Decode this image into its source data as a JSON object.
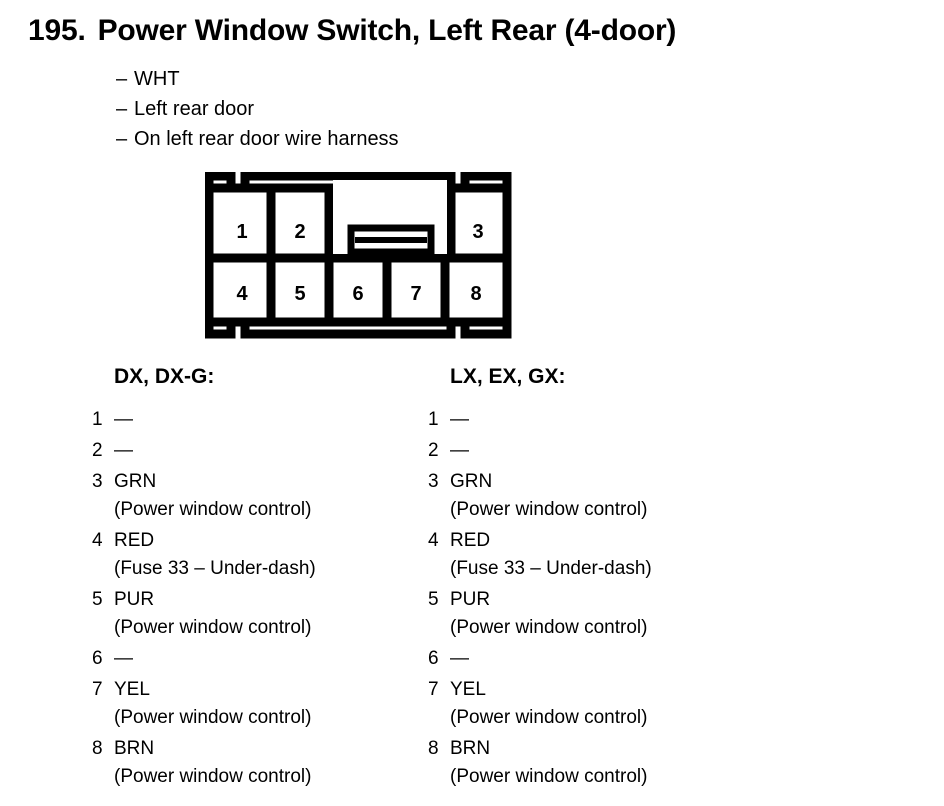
{
  "header": {
    "number": "195.",
    "title": "Power Window Switch, Left Rear (4-door)",
    "bullets": [
      "WHT",
      "Left rear door",
      "On left rear door wire harness"
    ],
    "dash": "–"
  },
  "connector": {
    "name": "8-pin connector diagram",
    "top_row_pins": [
      "1",
      "2",
      "3"
    ],
    "bottom_row_pins": [
      "4",
      "5",
      "6",
      "7",
      "8"
    ],
    "latch": "center-latch-tab",
    "stroke_color": "#000000",
    "fill_color": "#ffffff"
  },
  "columns": [
    {
      "id": "dx",
      "header": "DX, DX-G:",
      "pins": [
        {
          "index": "1",
          "signal": "—",
          "desc": ""
        },
        {
          "index": "2",
          "signal": "—",
          "desc": ""
        },
        {
          "index": "3",
          "signal": "GRN",
          "desc": "(Power window control)"
        },
        {
          "index": "4",
          "signal": "RED",
          "desc": "(Fuse 33 – Under-dash)"
        },
        {
          "index": "5",
          "signal": "PUR",
          "desc": "(Power window control)"
        },
        {
          "index": "6",
          "signal": "—",
          "desc": ""
        },
        {
          "index": "7",
          "signal": "YEL",
          "desc": "(Power window control)"
        },
        {
          "index": "8",
          "signal": "BRN",
          "desc": "(Power window control)"
        }
      ]
    },
    {
      "id": "lx",
      "header": "LX, EX, GX:",
      "pins": [
        {
          "index": "1",
          "signal": "—",
          "desc": ""
        },
        {
          "index": "2",
          "signal": "—",
          "desc": ""
        },
        {
          "index": "3",
          "signal": "GRN",
          "desc": "(Power window control)"
        },
        {
          "index": "4",
          "signal": "RED",
          "desc": "(Fuse 33 – Under-dash)"
        },
        {
          "index": "5",
          "signal": "PUR",
          "desc": "(Power window control)"
        },
        {
          "index": "6",
          "signal": "—",
          "desc": ""
        },
        {
          "index": "7",
          "signal": "YEL",
          "desc": "(Power window control)"
        },
        {
          "index": "8",
          "signal": "BRN",
          "desc": "(Power window control)"
        }
      ]
    }
  ]
}
